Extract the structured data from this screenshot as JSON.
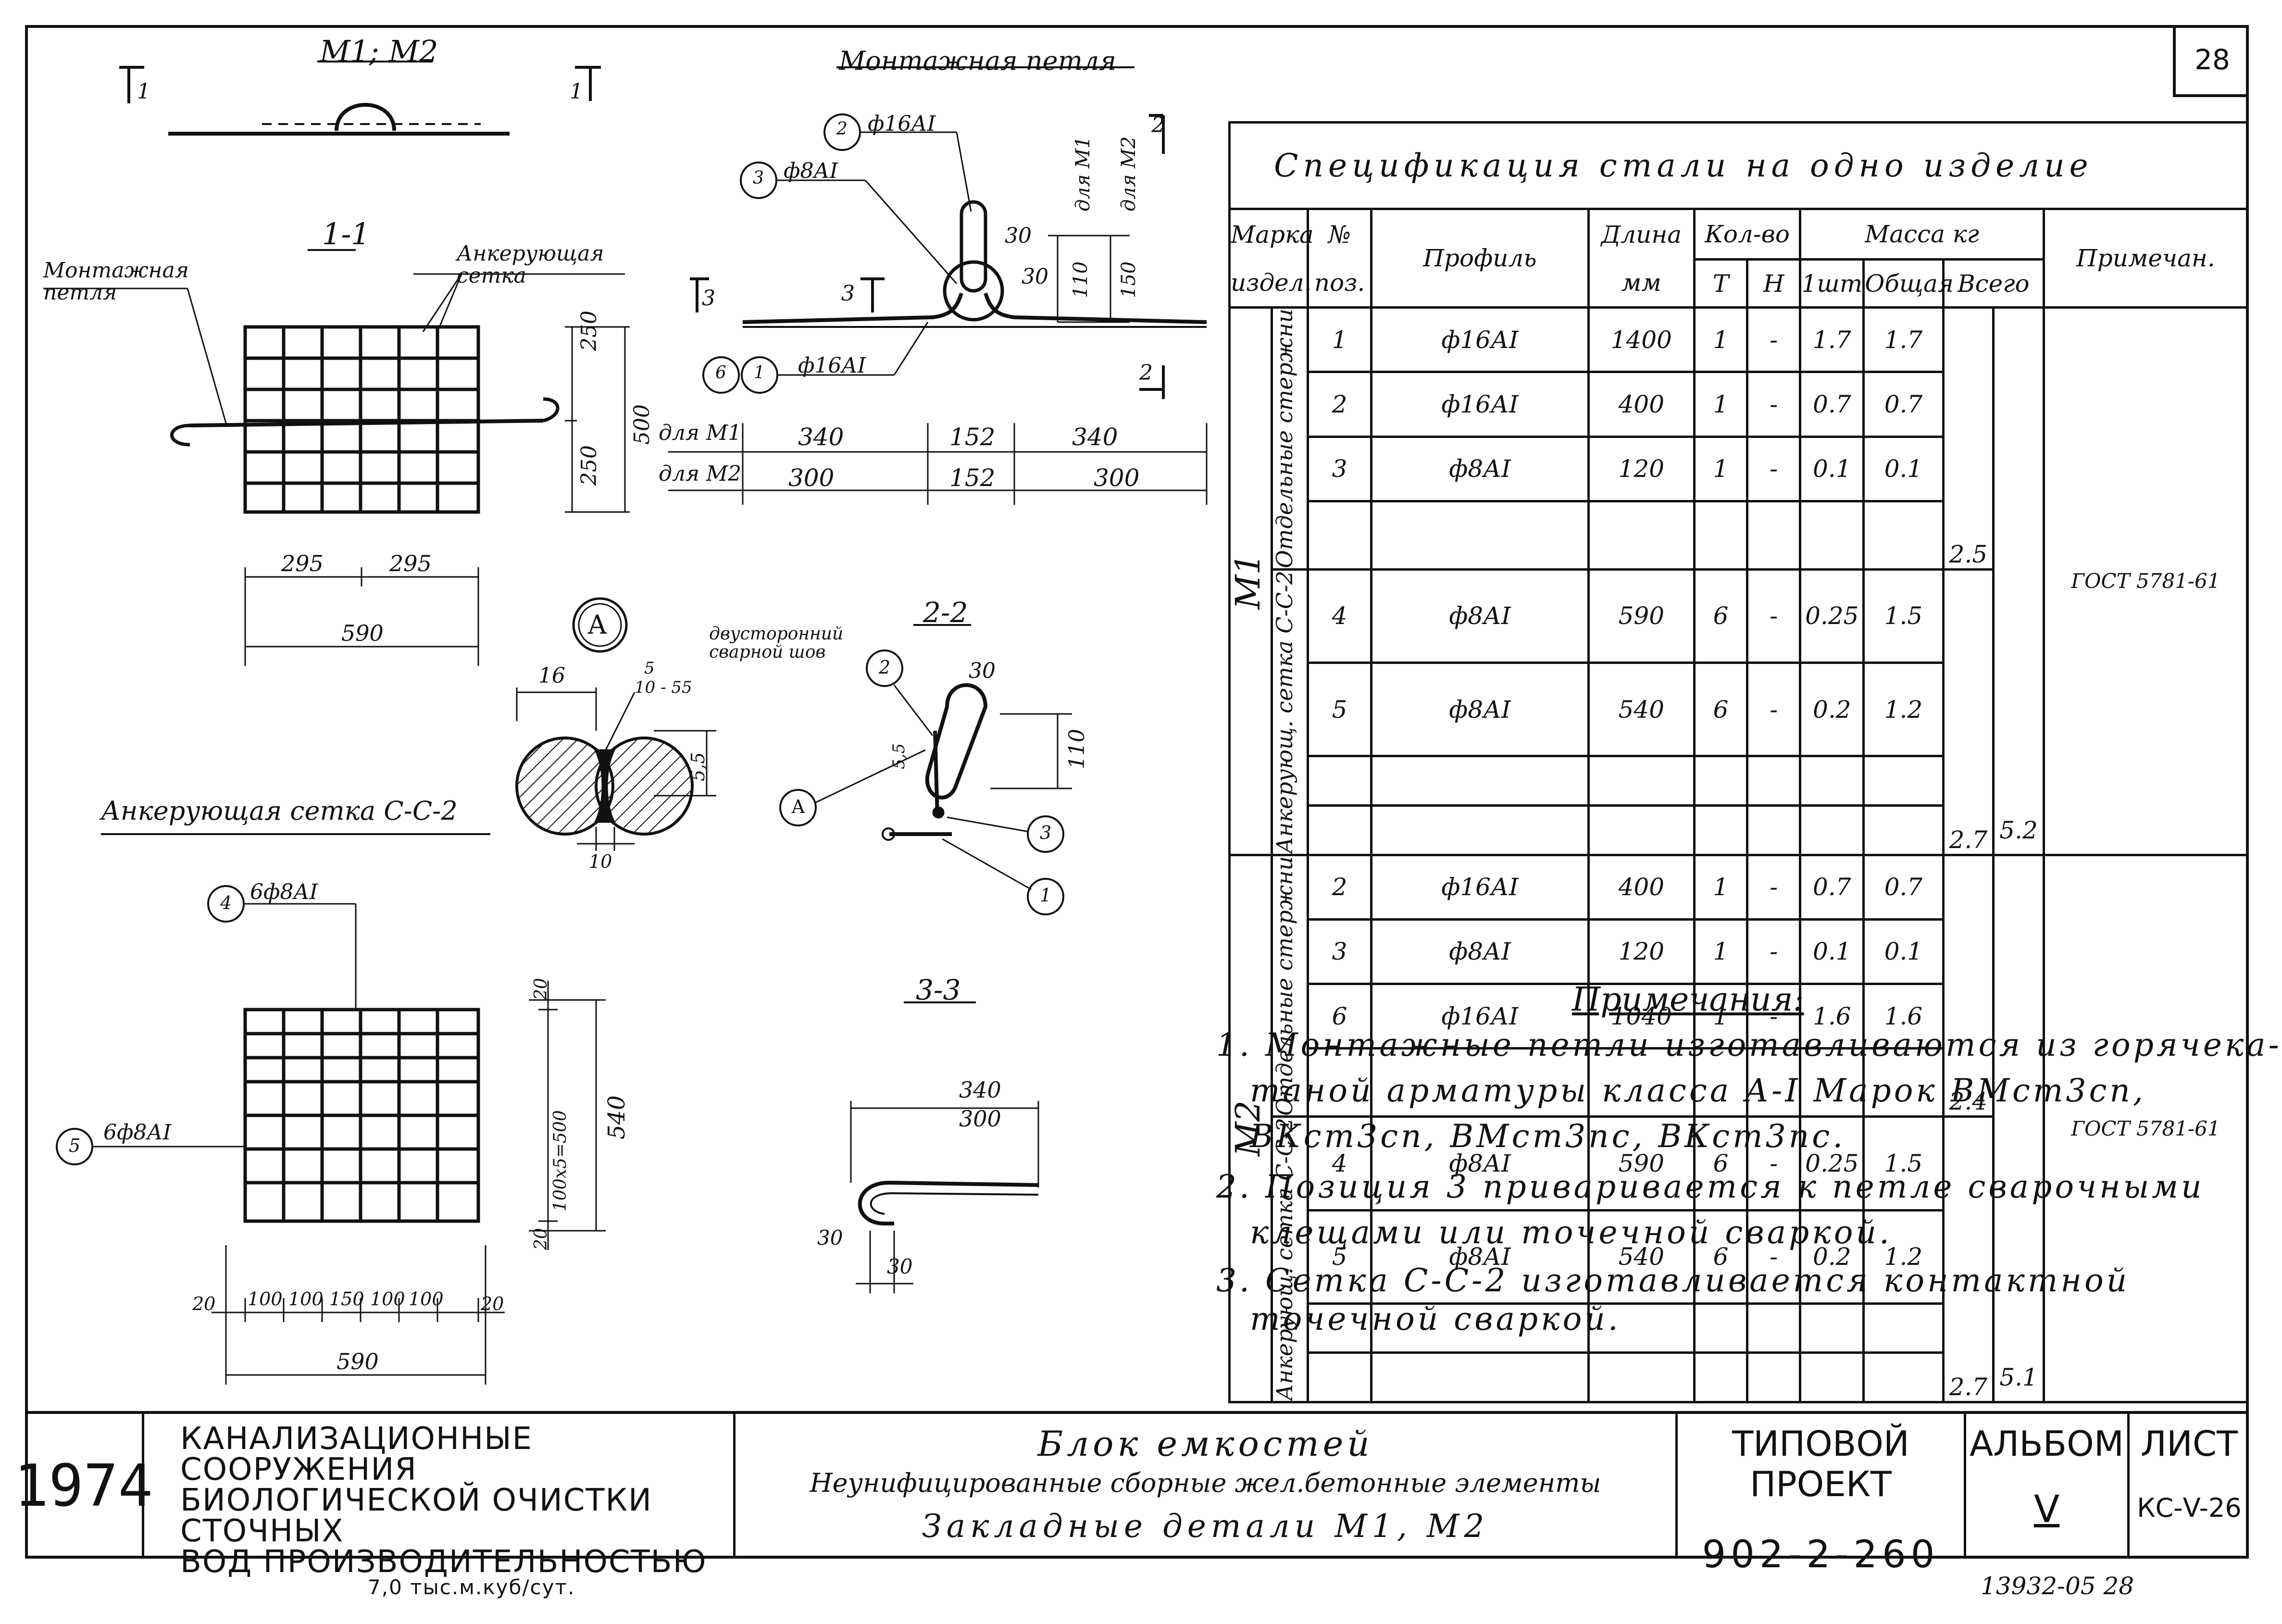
{
  "sheet": {
    "number": "28",
    "bottom_stamp": "13932-05  28"
  },
  "views": {
    "m1m2_title": "М1; М2",
    "section11": "1-1",
    "section22": "2-2",
    "section33": "3-3",
    "mont_loop_title": "Монтажная петля",
    "mont_loop_label": "Монтажная петля",
    "anch_mesh_label": "Анкерующая сетка",
    "anch_mesh_title": "Анкерующая сетка С-С-2",
    "detail_a": "А",
    "weld_label": "двусторонний сварной шов",
    "section_mark_1": "1",
    "section_mark_2": "2",
    "section_mark_3": "3",
    "mark_1": "1",
    "mark_2": "2",
    "mark_3": "3",
    "mark_4": "4",
    "mark_5": "5",
    "mark_6": "6",
    "pos2_label": "ф16АI",
    "pos3_label": "ф8АI",
    "pos61_label": "ф16АI",
    "pos4_label": "6ф8АI",
    "pos5_label": "6ф8АI",
    "for_m1": "для М1",
    "for_m2": "для М2"
  },
  "dims": {
    "d250a": "250",
    "d250b": "250",
    "d500": "500",
    "d295a": "295",
    "d295b": "295",
    "d590": "590",
    "m1_a": "340",
    "m1_b": "152",
    "m1_c": "340",
    "m2_a": "300",
    "m2_b": "152",
    "m2_c": "300",
    "h110": "110",
    "h150": "150",
    "r30a": "30",
    "r30b": "30",
    "a16": "16",
    "a5": "5",
    "a10_55": "10 - 55",
    "a55": "5,5",
    "a10": "10",
    "s30": "30",
    "s110": "110",
    "s55": "5,5",
    "c20a": "20",
    "c20b": "20",
    "c540": "540",
    "c100x5": "100х5=500",
    "b20l": "20",
    "b100a": "100",
    "b100b": "100",
    "b150": "150",
    "b100c": "100",
    "b100d": "100",
    "b20r": "20",
    "b590": "590",
    "t340": "340",
    "t300": "300",
    "t30a": "30",
    "t30b": "30"
  },
  "spec": {
    "title": "Спецификация стали на одно изделие",
    "h_mark": "Марка",
    "h_mark2": "издел.",
    "h_pos": "№",
    "h_pos2": "поз.",
    "h_profile": "Профиль",
    "h_len": "Длина",
    "h_len2": "мм",
    "h_qty": "Кол-во",
    "h_t": "Т",
    "h_n": "Н",
    "h_mass": "Масса кг",
    "h_one": "1шт",
    "h_total": "Общая",
    "h_all": "Всего",
    "h_note": "Примечан.",
    "m1": "М1",
    "m2": "М2",
    "grp_bars": "Отдельные стержни",
    "grp_mesh": "Анкерующ. сетка С-С-2",
    "rows_m1": [
      {
        "pos": "1",
        "prof": "ф16АI",
        "len": "1400",
        "t": "1",
        "n": "-",
        "one": "1.7",
        "tot": "1.7"
      },
      {
        "pos": "2",
        "prof": "ф16АI",
        "len": "400",
        "t": "1",
        "n": "-",
        "one": "0.7",
        "tot": "0.7"
      },
      {
        "pos": "3",
        "prof": "ф8АI",
        "len": "120",
        "t": "1",
        "n": "-",
        "one": "0.1",
        "tot": "0.1"
      },
      {
        "pos": "4",
        "prof": "ф8АI",
        "len": "590",
        "t": "6",
        "n": "-",
        "one": "0.25",
        "tot": "1.5"
      },
      {
        "pos": "5",
        "prof": "ф8АI",
        "len": "540",
        "t": "6",
        "n": "-",
        "one": "0.2",
        "tot": "1.2"
      }
    ],
    "rows_m2": [
      {
        "pos": "2",
        "prof": "ф16АI",
        "len": "400",
        "t": "1",
        "n": "-",
        "one": "0.7",
        "tot": "0.7"
      },
      {
        "pos": "3",
        "prof": "ф8АI",
        "len": "120",
        "t": "1",
        "n": "-",
        "one": "0.1",
        "tot": "0.1"
      },
      {
        "pos": "6",
        "prof": "ф16АI",
        "len": "1040",
        "t": "1",
        "n": "-",
        "one": "1.6",
        "tot": "1.6"
      },
      {
        "pos": "4",
        "prof": "ф8АI",
        "len": "590",
        "t": "6",
        "n": "-",
        "one": "0.25",
        "tot": "1.5"
      },
      {
        "pos": "5",
        "prof": "ф8АI",
        "len": "540",
        "t": "6",
        "n": "-",
        "one": "0.2",
        "tot": "1.2"
      }
    ],
    "m1_sub_bars": "2.5",
    "m1_sub_mesh": "2.7",
    "m1_all": "5.2",
    "m2_sub_bars": "2.4",
    "m2_sub_mesh": "2.7",
    "m2_all": "5.1",
    "m1_note": "ГОСТ 5781-61",
    "m2_note": "ГОСТ 5781-61"
  },
  "notes": {
    "title": "Примечания:",
    "n1a": "1. Монтажные петли изготавливаются из горячека-",
    "n1b": "таной арматуры класса А-I Марок ВМст3сп,",
    "n1c": "ВКст3сп, ВМст3пс, ВКст3пс.",
    "n2a": "2. Позиция 3   приваривается к петле сварочными",
    "n2b": "клещами или точечной сваркой.",
    "n3a": "3. Сетка С-С-2 изготавливается контактной",
    "n3b": "точечной   сваркой."
  },
  "title_block": {
    "year": "1974",
    "org1": "КАНАЛИЗАЦИОННЫЕ  СООРУЖЕНИЯ",
    "org2": "БИОЛОГИЧЕСКОЙ ОЧИСТКИ СТОЧНЫХ",
    "org3": "ВОД   ПРОИЗВОДИТЕЛЬНОСТЬЮ",
    "org4": "7,0 тыс.м.куб/сут.",
    "t1": "Блок емкостей",
    "t2": "Неунифицированные сборные жел.бетонные элементы",
    "t3": "Закладные  детали  М1, М2",
    "proj_label": "ТИПОВОЙ ПРОЕКТ",
    "proj_num": "902-2-260",
    "album_label": "АЛЬБОМ",
    "album_num": "V",
    "sheet_label": "ЛИСТ",
    "sheet_num": "КС-V-26"
  }
}
